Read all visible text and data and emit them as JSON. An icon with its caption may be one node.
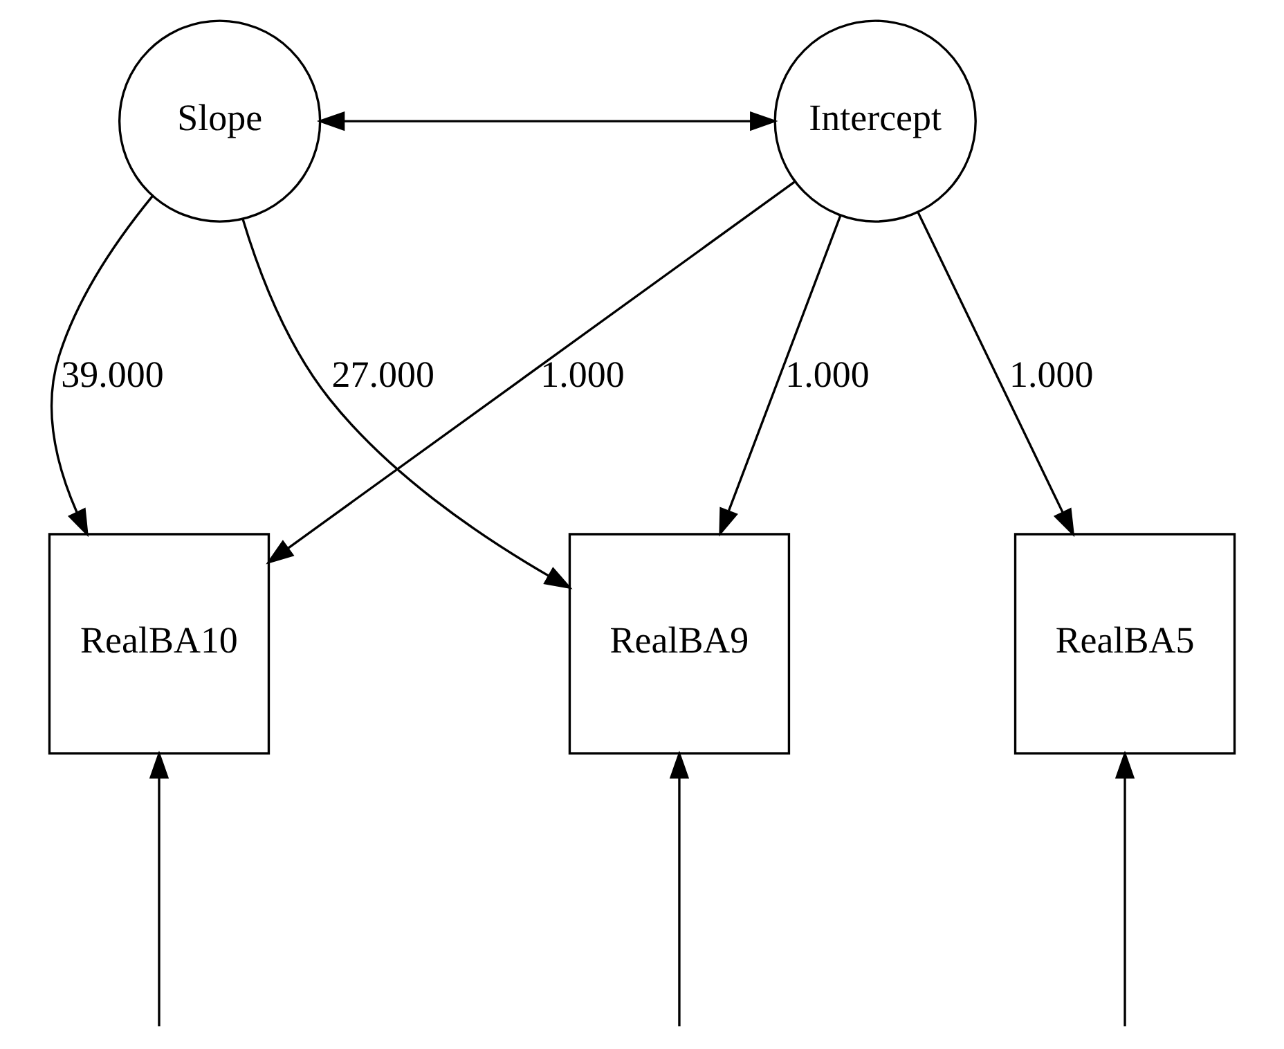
{
  "diagram": {
    "nodes": [
      {
        "text": [
          "Slope"
        ]
      },
      {
        "text": [
          "Intercept"
        ]
      },
      {
        "text": [
          "RealBA10"
        ]
      },
      {
        "text": [
          "RealBA9"
        ]
      },
      {
        "text": [
          "RealBA5"
        ]
      }
    ],
    "edges": [
      {
        "from": 0,
        "to": 1,
        "arrow": "both"
      },
      {
        "from": 0,
        "to": 2,
        "arrow": "to",
        "label": "39.000"
      },
      {
        "from": 0,
        "to": 3,
        "arrow": "to",
        "label": "27.000"
      },
      {
        "from": 1,
        "to": 2,
        "arrow": "to",
        "label": "1.000"
      },
      {
        "from": 1,
        "to": 3,
        "arrow": "to",
        "label": "1.000"
      },
      {
        "from": 1,
        "to": 4,
        "arrow": "to",
        "label": "1.000"
      },
      {
        "from": null,
        "to": 2,
        "arrow": "to"
      },
      {
        "from": null,
        "to": 3,
        "arrow": "to"
      },
      {
        "from": null,
        "to": 4,
        "arrow": "to"
      }
    ]
  }
}
